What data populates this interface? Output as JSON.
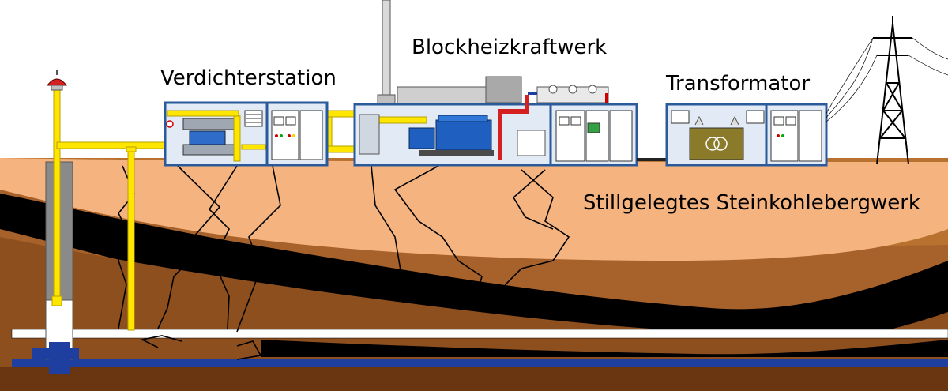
{
  "labels": {
    "verdichterstation": "Verdichterstation",
    "blockheizkraftwerk": "Blockheizkraftwerk",
    "transformator": "Transformator",
    "bergwerk": "Stillgelegtes Steinkohlebergwerk"
  },
  "colors": {
    "topsoil": "#f4b37f",
    "soil_mid": "#b9712f",
    "soil_dark": "#8e4f1f",
    "soil_deep": "#6a3612",
    "coal_seam": "#000000",
    "gas_pipe": "#ffe600",
    "water": "#1f3fa0",
    "container_frame": "#2b5a9a",
    "container_fill": "#d6e3f1",
    "transformer_core": "#8a7a2a"
  }
}
